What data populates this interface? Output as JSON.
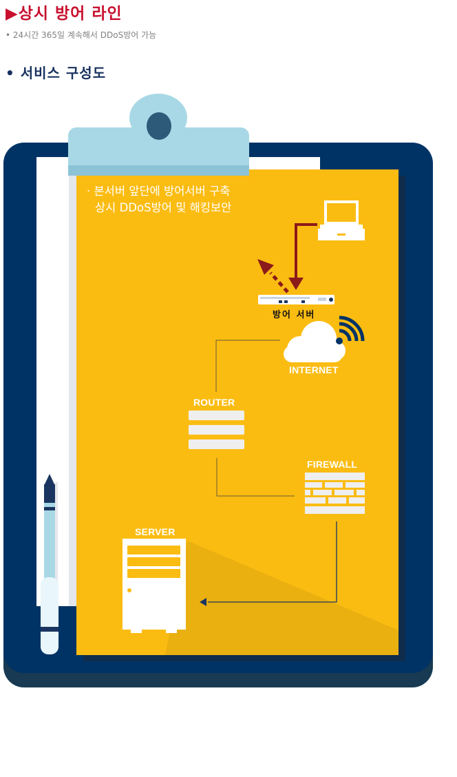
{
  "header": {
    "title": "▶상시 방어 라인",
    "subtitle": "• 24시간 365일 계속해서 DDoS방어 가능",
    "section": "• 서비스 구성도"
  },
  "diagram": {
    "caption_line1": "· 본서버 앞단에 방어서버 구축",
    "caption_line2": "상시 DDoS방어 및 해킹보안",
    "nodes": {
      "defense_server": "방어 서버",
      "internet": "INTERNET",
      "router": "ROUTER",
      "firewall": "FIREWALL",
      "server": "SERVER"
    }
  },
  "colors": {
    "accent_red": "#c8102e",
    "heading_navy": "#17305e",
    "board_navy": "#003365",
    "paper_yellow": "#fbbc12",
    "arrow_red": "#8b1a1a"
  }
}
